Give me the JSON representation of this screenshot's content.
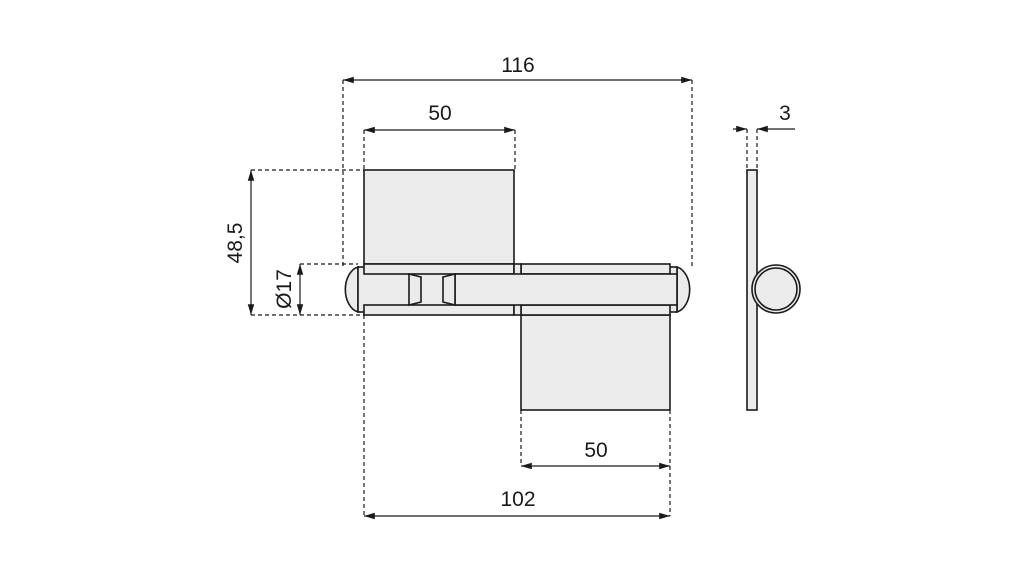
{
  "drawing": {
    "title": "Hinge technical drawing",
    "dimensions": {
      "overall_length": "116",
      "top_leaf_width": "50",
      "height": "48,5",
      "knuckle_diameter": "Ø17",
      "bottom_leaf_width": "50",
      "leaf_span": "102",
      "thickness": "3"
    },
    "colors": {
      "part_fill": "#ebebeb",
      "line": "#1a1a1a"
    }
  }
}
